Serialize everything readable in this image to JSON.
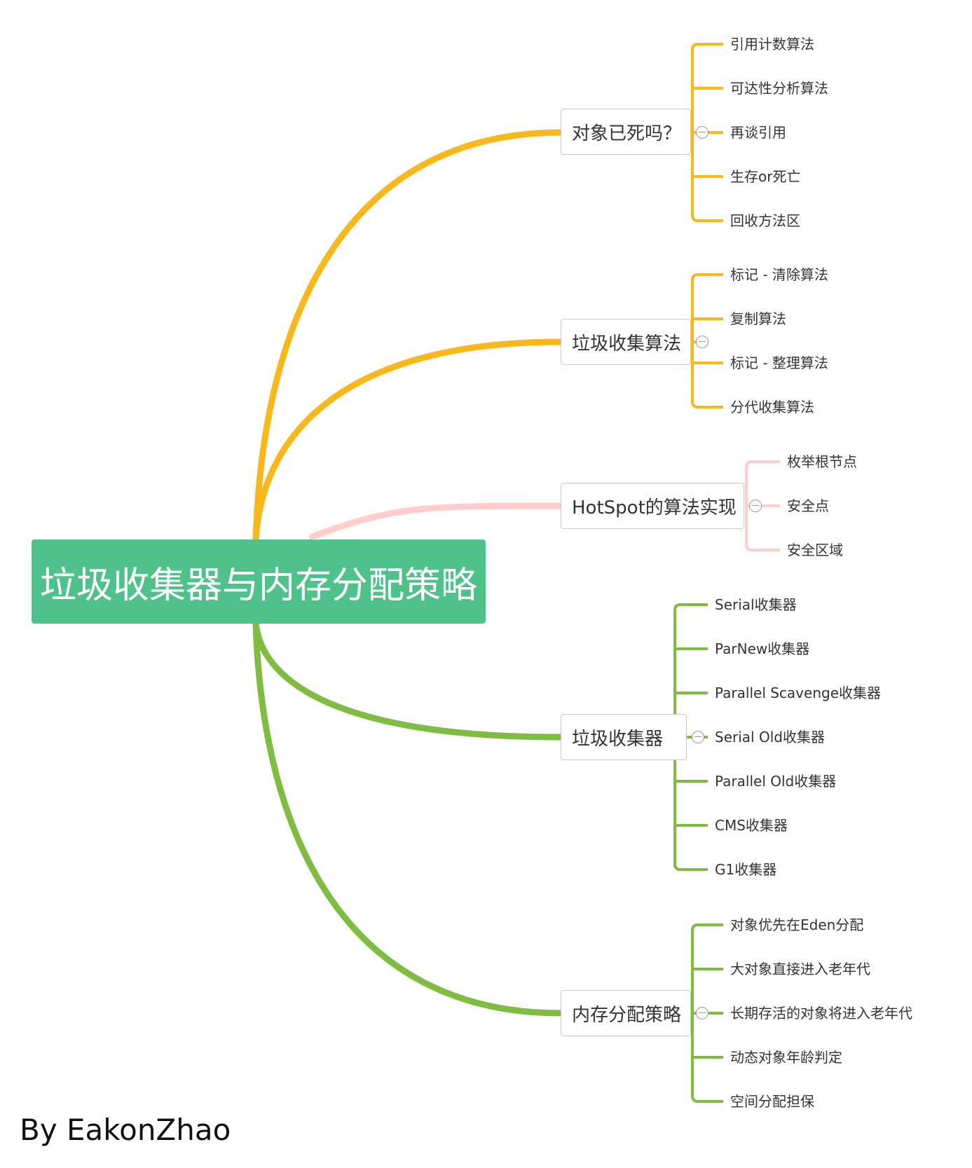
{
  "root": {
    "label": "垃圾收集器与内存分配策略",
    "color": "#4fc18b"
  },
  "branch_colors": {
    "orange": "#f8b71b",
    "pink": "#ffcdcc",
    "green": "#7fbd42"
  },
  "branches": [
    {
      "label": "对象已死吗？",
      "color": "orange",
      "children": [
        "引用计数算法",
        "可达性分析算法",
        "再谈引用",
        "生存or死亡",
        "回收方法区"
      ]
    },
    {
      "label": "垃圾收集算法",
      "color": "orange",
      "children": [
        "标记 - 清除算法",
        "复制算法",
        "标记 - 整理算法",
        "分代收集算法"
      ]
    },
    {
      "label": "HotSpot的算法实现",
      "color": "pink",
      "children": [
        "枚举根节点",
        "安全点",
        "安全区域"
      ]
    },
    {
      "label": "垃圾收集器",
      "color": "green",
      "children": [
        "Serial收集器",
        "ParNew收集器",
        "Parallel Scavenge收集器",
        "Serial Old收集器",
        "Parallel Old收集器",
        "CMS收集器",
        "G1收集器"
      ]
    },
    {
      "label": "内存分配策略",
      "color": "green",
      "children": [
        "对象优先在Eden分配",
        "大对象直接进入老年代",
        "长期存活的对象将进入老年代",
        "动态对象年龄判定",
        "空间分配担保"
      ]
    }
  ],
  "author": "By EakonZhao"
}
